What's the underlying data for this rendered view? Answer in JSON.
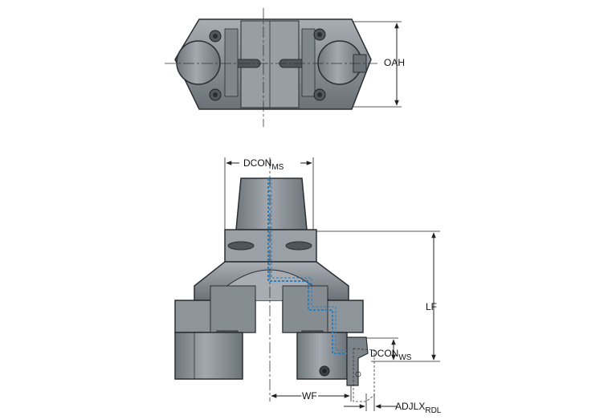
{
  "labels": {
    "oah": "OAH",
    "dcon_ms_main": "DCON",
    "dcon_ms_sub": "MS",
    "lf": "LF",
    "dcon_ws_main": "DCON",
    "dcon_ws_sub": "WS",
    "wf": "WF",
    "adjlx_main": "ADJLX",
    "adjlx_sub": "RDL"
  },
  "colors": {
    "body": "#8f969d",
    "body_dark": "#5c6369",
    "body_light": "#b9bec3",
    "outline": "#2b2f33",
    "coolant": "#2a7fc1",
    "dimension": "#222222"
  },
  "icons": [
    "screw-icon"
  ]
}
